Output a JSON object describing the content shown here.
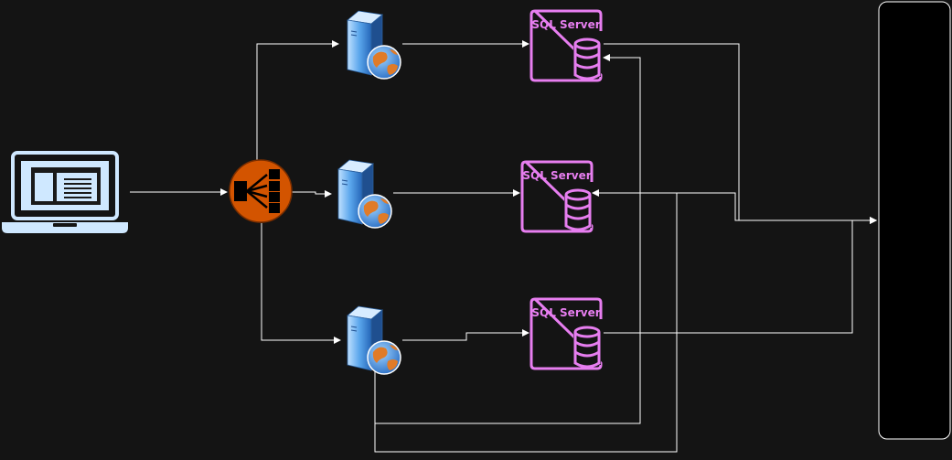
{
  "colors": {
    "background": "#141414",
    "connector": "#ffffff",
    "laptop": "#cfe8ff",
    "load_balancer": "#d35400",
    "sql_accent": "#e77ef0",
    "server_blue": "#4a90d9",
    "panel": "#000000"
  },
  "nodes": {
    "client": {
      "icon": "laptop-icon"
    },
    "load_balancer": {
      "icon": "load-balancer-icon"
    },
    "web_servers": [
      {
        "icon": "web-server-icon"
      },
      {
        "icon": "web-server-icon"
      },
      {
        "icon": "web-server-icon"
      }
    ],
    "databases": [
      {
        "label": "SQL Server",
        "icon": "database-icon"
      },
      {
        "label": "SQL Server",
        "icon": "database-icon"
      },
      {
        "label": "SQL Server",
        "icon": "database-icon"
      }
    ],
    "panel": {
      "label": ""
    }
  }
}
